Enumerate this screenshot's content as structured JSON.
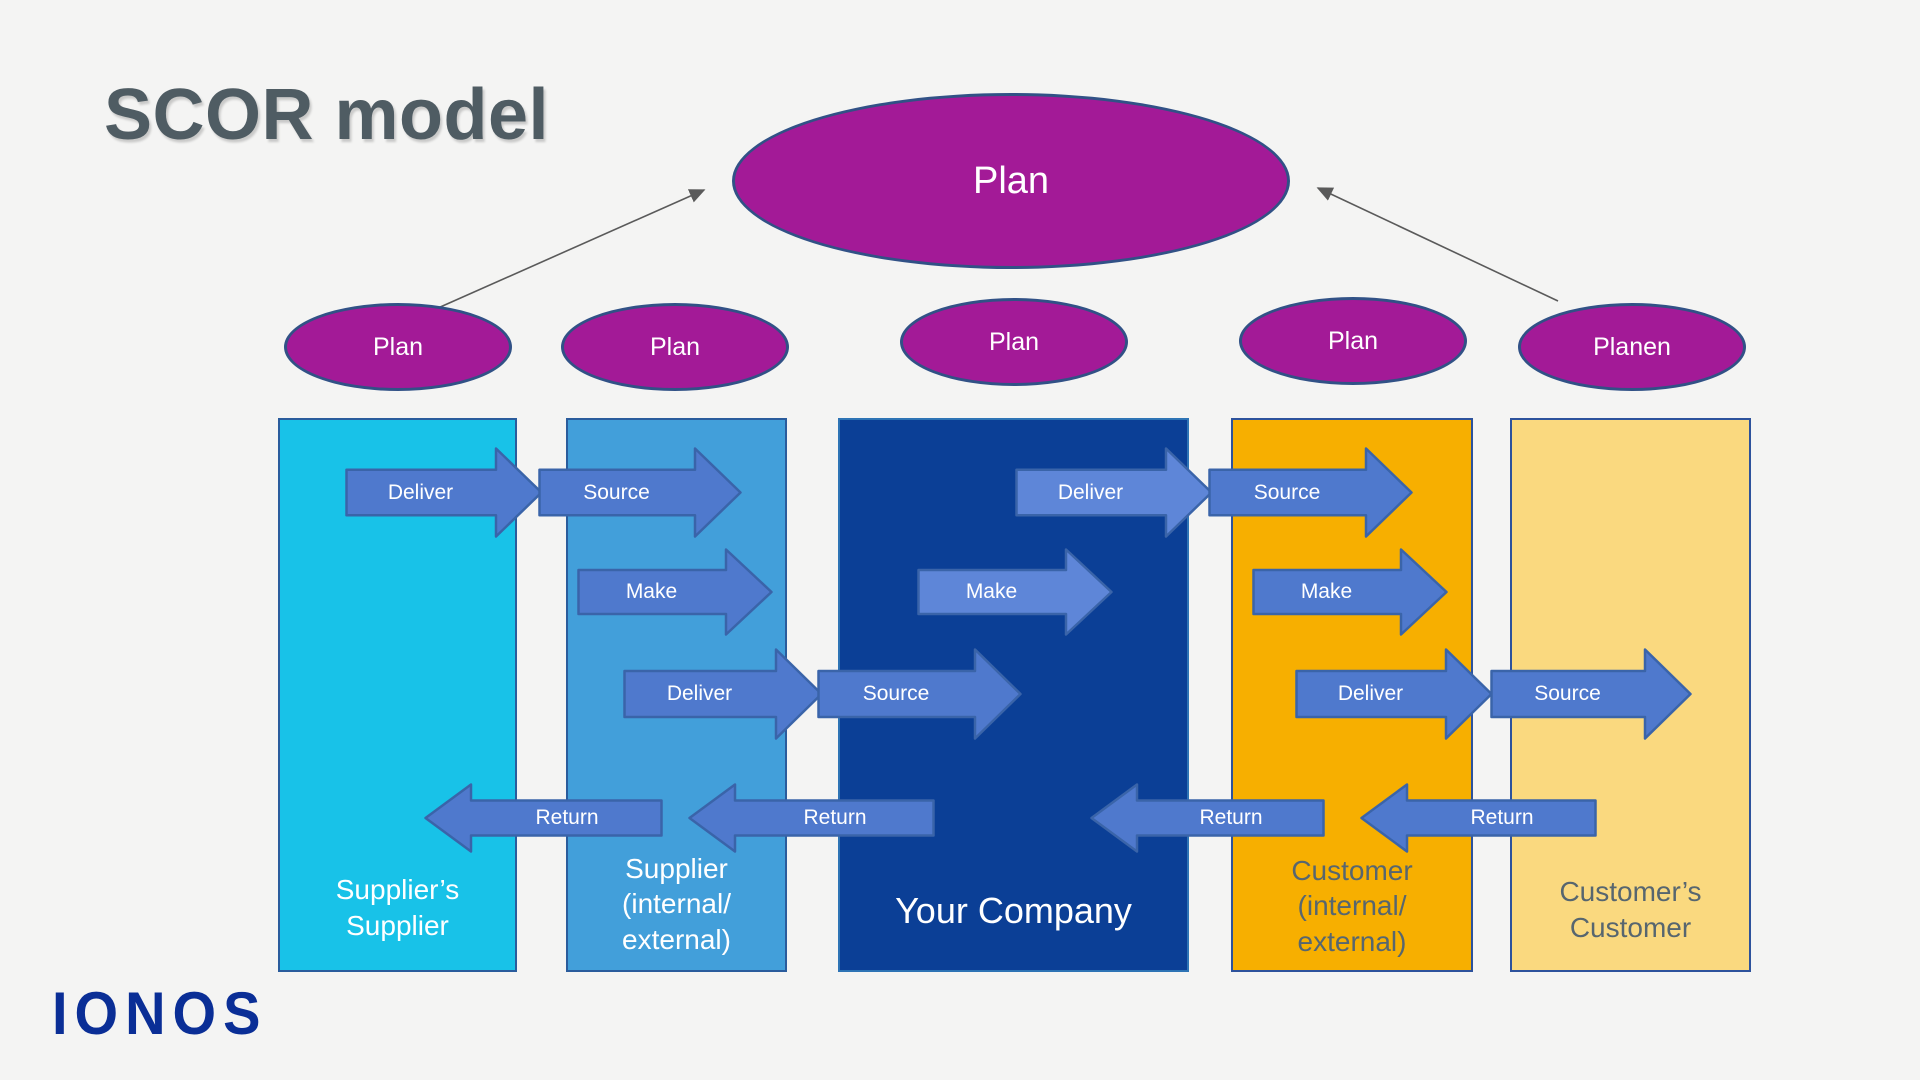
{
  "title": "SCOR model",
  "brand": {
    "logo_text": "IONOS"
  },
  "hub": {
    "label": "Plan"
  },
  "plan_ellipses": [
    {
      "label": "Plan"
    },
    {
      "label": "Plan"
    },
    {
      "label": "Plan"
    },
    {
      "label": "Plan"
    },
    {
      "label": "Planen"
    }
  ],
  "columns": [
    {
      "name": "suppliers-supplier",
      "label": "Supplier’s\nSupplier"
    },
    {
      "name": "supplier",
      "label": "Supplier\n(internal/\nexternal)"
    },
    {
      "name": "your-company",
      "label": "Your Company"
    },
    {
      "name": "customer",
      "label": "Customer\n(internal/\nexternal)"
    },
    {
      "name": "customers-customer",
      "label": "Customer’s\nCustomer"
    }
  ],
  "arrows": [
    {
      "label": "Deliver",
      "dir": "right"
    },
    {
      "label": "Source",
      "dir": "right"
    },
    {
      "label": "Make",
      "dir": "right"
    },
    {
      "label": "Make",
      "dir": "right"
    },
    {
      "label": "Make",
      "dir": "right"
    },
    {
      "label": "Deliver",
      "dir": "right"
    },
    {
      "label": "Source",
      "dir": "right"
    },
    {
      "label": "Deliver",
      "dir": "right"
    },
    {
      "label": "Source",
      "dir": "right"
    },
    {
      "label": "Deliver",
      "dir": "right"
    },
    {
      "label": "Source",
      "dir": "right"
    },
    {
      "label": "Return",
      "dir": "left"
    },
    {
      "label": "Return",
      "dir": "left"
    },
    {
      "label": "Return",
      "dir": "left"
    },
    {
      "label": "Return",
      "dir": "left"
    }
  ],
  "colors": {
    "background": "#f4f4f3",
    "title_text": "#4f5c63",
    "magenta_fill": "#a31a97",
    "ellipse_border": "#315186",
    "ellipse_text": "#ffffff",
    "arrow_fill": "#4f79cd",
    "arrow_fill_light": "#5e86d8",
    "arrow_border": "#3a64a9",
    "arrow_text": "#ffffff",
    "connector": "#5a5a5a",
    "logo_blue": "#0a2e96",
    "col1_fill": "#18c2e8",
    "col1_border": "#2a5c9c",
    "col1_text": "#ffffff",
    "col2_fill": "#429fda",
    "col2_border": "#2a5c9c",
    "col2_text": "#ffffff",
    "col3_fill": "#0b3f96",
    "col3_border": "#2e74b5",
    "col3_text": "#ffffff",
    "col4_fill": "#f7af00",
    "col4_border": "#2d529c",
    "col4_text": "#57666f",
    "col5_fill": "#fad97f",
    "col5_border": "#2d529c",
    "col5_text": "#57666f"
  }
}
